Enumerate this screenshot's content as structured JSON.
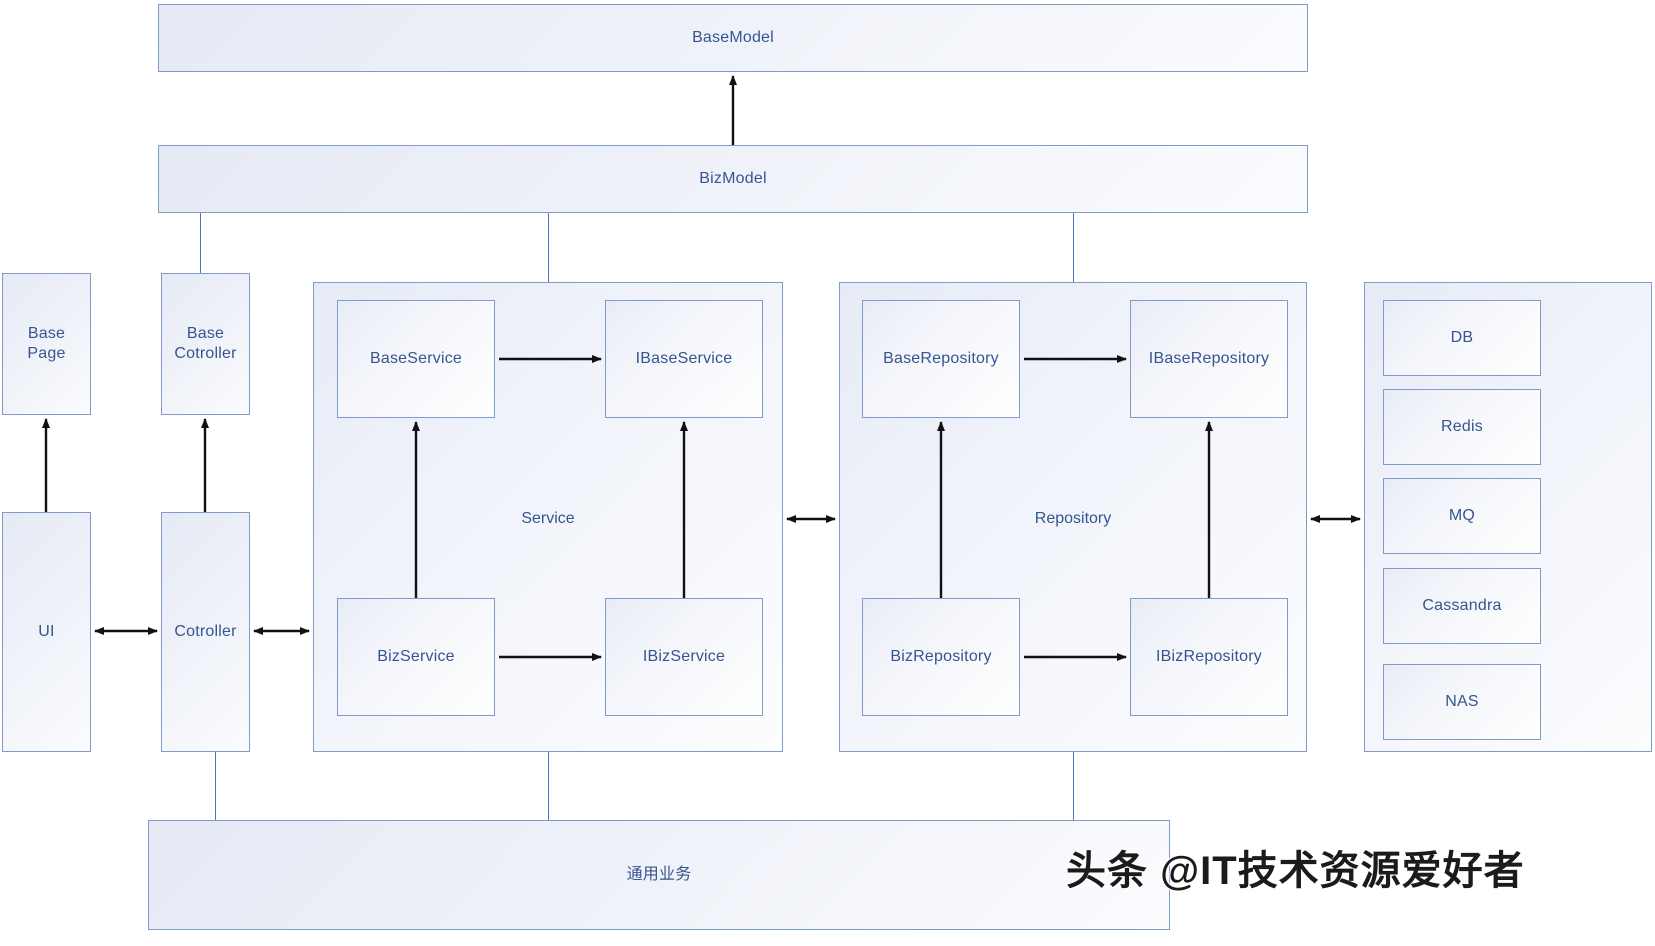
{
  "diagram": {
    "title_top": "BaseModel",
    "model_layer": {
      "base_model": "BaseModel",
      "biz_model": "BizModel"
    },
    "presentation": {
      "base_page": "Base\nPage",
      "base_controller": "Base\nCotroller",
      "ui": "UI",
      "controller": "Cotroller"
    },
    "service_group": {
      "label": "Service",
      "base_service": "BaseService",
      "ibase_service": "IBaseService",
      "biz_service": "BizService",
      "ibiz_service": "IBizService"
    },
    "repository_group": {
      "label": "Repository",
      "base_repository": "BaseRepository",
      "ibase_repository": "IBaseRepository",
      "biz_repository": "BizRepository",
      "ibiz_repository": "IBizRepository"
    },
    "infrastructure": {
      "items": [
        {
          "label": "DB"
        },
        {
          "label": "Redis"
        },
        {
          "label": "MQ"
        },
        {
          "label": "Cassandra"
        },
        {
          "label": "NAS"
        }
      ]
    },
    "footer": {
      "label": "通用业务"
    },
    "watermark": {
      "text": "头条 @IT技术资源爱好者"
    },
    "colors": {
      "node_border": "#7f9bc9",
      "node_text": "#36558f",
      "connector_blue": "#4f74c4",
      "arrow_black": "#111111"
    }
  }
}
